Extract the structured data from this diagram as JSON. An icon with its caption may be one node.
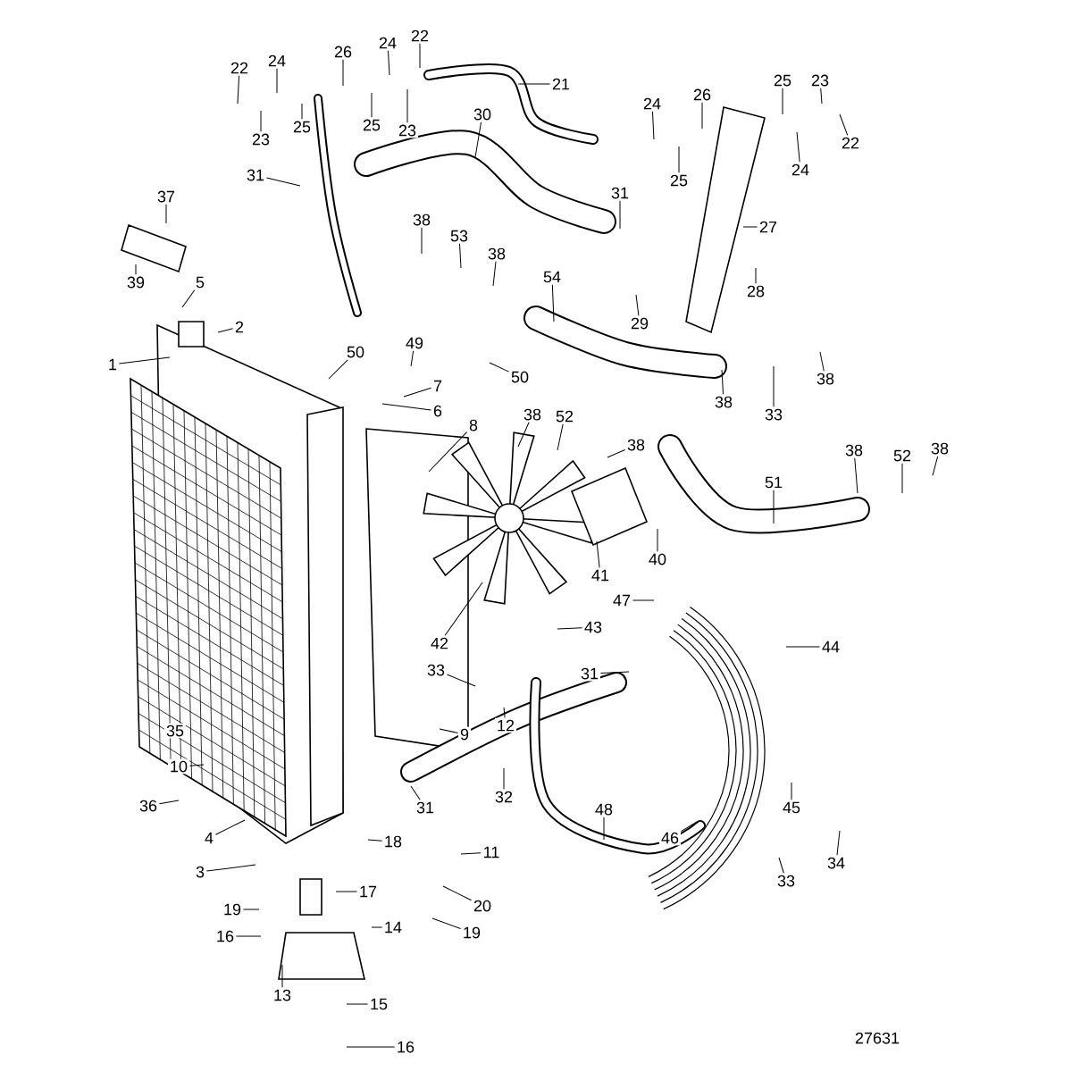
{
  "diagram": {
    "nodes": [
      {
        "text": [
          "22"
        ]
      },
      {
        "text": [
          "24"
        ]
      },
      {
        "text": [
          "26"
        ]
      },
      {
        "text": [
          "24"
        ]
      },
      {
        "text": [
          "22"
        ]
      },
      {
        "text": [
          "21"
        ]
      },
      {
        "text": [
          "25"
        ]
      },
      {
        "text": [
          "23"
        ]
      },
      {
        "text": [
          "24"
        ]
      },
      {
        "text": [
          "26"
        ]
      },
      {
        "text": [
          "30"
        ]
      },
      {
        "text": [
          "23"
        ]
      },
      {
        "text": [
          "25"
        ]
      },
      {
        "text": [
          "25"
        ]
      },
      {
        "text": [
          "23"
        ]
      },
      {
        "text": [
          "22"
        ]
      },
      {
        "text": [
          "24"
        ]
      },
      {
        "text": [
          "31"
        ]
      },
      {
        "text": [
          "25"
        ]
      },
      {
        "text": [
          "31"
        ]
      },
      {
        "text": [
          "37"
        ]
      },
      {
        "text": [
          "38"
        ]
      },
      {
        "text": [
          "27"
        ]
      },
      {
        "text": [
          "53"
        ]
      },
      {
        "text": [
          "38"
        ]
      },
      {
        "text": [
          "54"
        ]
      },
      {
        "text": [
          "39"
        ]
      },
      {
        "text": [
          "5"
        ]
      },
      {
        "text": [
          "28"
        ]
      },
      {
        "text": [
          "29"
        ]
      },
      {
        "text": [
          "2"
        ]
      },
      {
        "text": [
          "49"
        ]
      },
      {
        "text": [
          "50"
        ]
      },
      {
        "text": [
          "1"
        ]
      },
      {
        "text": [
          "50"
        ]
      },
      {
        "text": [
          "7"
        ]
      },
      {
        "text": [
          "38"
        ]
      },
      {
        "text": [
          "33"
        ]
      },
      {
        "text": [
          "38"
        ]
      },
      {
        "text": [
          "6"
        ]
      },
      {
        "text": [
          "38"
        ]
      },
      {
        "text": [
          "52"
        ]
      },
      {
        "text": [
          "8"
        ]
      },
      {
        "text": [
          "38"
        ]
      },
      {
        "text": [
          "38"
        ]
      },
      {
        "text": [
          "52"
        ]
      },
      {
        "text": [
          "38"
        ]
      },
      {
        "text": [
          "51"
        ]
      },
      {
        "text": [
          "40"
        ]
      },
      {
        "text": [
          "41"
        ]
      },
      {
        "text": [
          "47"
        ]
      },
      {
        "text": [
          "43"
        ]
      },
      {
        "text": [
          "42"
        ]
      },
      {
        "text": [
          "44"
        ]
      },
      {
        "text": [
          "33"
        ]
      },
      {
        "text": [
          "31"
        ]
      },
      {
        "text": [
          "12"
        ]
      },
      {
        "text": [
          "35"
        ]
      },
      {
        "text": [
          "9"
        ]
      },
      {
        "text": [
          "10"
        ]
      },
      {
        "text": [
          "32"
        ]
      },
      {
        "text": [
          "36"
        ]
      },
      {
        "text": [
          "31"
        ]
      },
      {
        "text": [
          "4"
        ]
      },
      {
        "text": [
          "18"
        ]
      },
      {
        "text": [
          "3"
        ]
      },
      {
        "text": [
          "11"
        ]
      },
      {
        "text": [
          "20"
        ]
      },
      {
        "text": [
          "17"
        ]
      },
      {
        "text": [
          "19"
        ]
      },
      {
        "text": [
          "19"
        ]
      },
      {
        "text": [
          "14"
        ]
      },
      {
        "text": [
          "16"
        ]
      },
      {
        "text": [
          "13"
        ]
      },
      {
        "text": [
          "15"
        ]
      },
      {
        "text": [
          "16"
        ]
      },
      {
        "text": [
          "48"
        ]
      },
      {
        "text": [
          "45"
        ]
      },
      {
        "text": [
          "46"
        ]
      },
      {
        "text": [
          "34"
        ]
      },
      {
        "text": [
          "33"
        ]
      }
    ],
    "edges": [
      {
        "from": 0,
        "to": null,
        "arrow": "none"
      },
      {
        "from": 1,
        "to": null,
        "arrow": "none"
      },
      {
        "from": 2,
        "to": null,
        "arrow": "none"
      },
      {
        "from": 3,
        "to": null,
        "arrow": "none"
      },
      {
        "from": 4,
        "to": null,
        "arrow": "none"
      },
      {
        "from": 5,
        "to": null,
        "arrow": "none"
      },
      {
        "from": 6,
        "to": null,
        "arrow": "none"
      },
      {
        "from": 7,
        "to": null,
        "arrow": "none"
      },
      {
        "from": 8,
        "to": null,
        "arrow": "none"
      },
      {
        "from": 9,
        "to": null,
        "arrow": "none"
      },
      {
        "from": 10,
        "to": null,
        "arrow": "none"
      },
      {
        "from": 11,
        "to": null,
        "arrow": "none"
      },
      {
        "from": 12,
        "to": null,
        "arrow": "none"
      },
      {
        "from": 13,
        "to": null,
        "arrow": "none"
      },
      {
        "from": 14,
        "to": null,
        "arrow": "none"
      },
      {
        "from": 15,
        "to": null,
        "arrow": "none"
      },
      {
        "from": 16,
        "to": null,
        "arrow": "none"
      },
      {
        "from": 17,
        "to": null,
        "arrow": "none"
      },
      {
        "from": 18,
        "to": null,
        "arrow": "none"
      },
      {
        "from": 19,
        "to": null,
        "arrow": "none"
      },
      {
        "from": 20,
        "to": null,
        "arrow": "none"
      },
      {
        "from": 21,
        "to": null,
        "arrow": "none"
      },
      {
        "from": 22,
        "to": null,
        "arrow": "none"
      },
      {
        "from": 23,
        "to": null,
        "arrow": "none"
      },
      {
        "from": 24,
        "to": null,
        "arrow": "none"
      },
      {
        "from": 25,
        "to": null,
        "arrow": "none"
      },
      {
        "from": 26,
        "to": null,
        "arrow": "none"
      },
      {
        "from": 27,
        "to": null,
        "arrow": "none"
      },
      {
        "from": 28,
        "to": null,
        "arrow": "none"
      },
      {
        "from": 29,
        "to": null,
        "arrow": "none"
      },
      {
        "from": 30,
        "to": null,
        "arrow": "none"
      },
      {
        "from": 31,
        "to": null,
        "arrow": "none"
      },
      {
        "from": 32,
        "to": null,
        "arrow": "none"
      },
      {
        "from": 33,
        "to": null,
        "arrow": "none"
      },
      {
        "from": 34,
        "to": null,
        "arrow": "none"
      },
      {
        "from": 35,
        "to": null,
        "arrow": "none"
      },
      {
        "from": 36,
        "to": null,
        "arrow": "none"
      },
      {
        "from": 37,
        "to": null,
        "arrow": "none"
      },
      {
        "from": 38,
        "to": null,
        "arrow": "none"
      },
      {
        "from": 39,
        "to": null,
        "arrow": "none"
      },
      {
        "from": 40,
        "to": null,
        "arrow": "none"
      },
      {
        "from": 41,
        "to": null,
        "arrow": "none"
      },
      {
        "from": 42,
        "to": null,
        "arrow": "none"
      },
      {
        "from": 43,
        "to": null,
        "arrow": "none"
      },
      {
        "from": 44,
        "to": null,
        "arrow": "none"
      },
      {
        "from": 45,
        "to": null,
        "arrow": "none"
      },
      {
        "from": 46,
        "to": null,
        "arrow": "none"
      },
      {
        "from": 47,
        "to": null,
        "arrow": "none"
      },
      {
        "from": 48,
        "to": null,
        "arrow": "none"
      },
      {
        "from": 49,
        "to": null,
        "arrow": "none"
      },
      {
        "from": 50,
        "to": null,
        "arrow": "none"
      },
      {
        "from": 51,
        "to": null,
        "arrow": "none"
      },
      {
        "from": 52,
        "to": null,
        "arrow": "none"
      },
      {
        "from": 53,
        "to": null,
        "arrow": "none"
      },
      {
        "from": 54,
        "to": null,
        "arrow": "none"
      },
      {
        "from": 55,
        "to": null,
        "arrow": "none"
      },
      {
        "from": 56,
        "to": null,
        "arrow": "none"
      },
      {
        "from": 58,
        "to": null,
        "arrow": "none"
      },
      {
        "from": 59,
        "to": null,
        "arrow": "none"
      },
      {
        "from": 60,
        "to": null,
        "arrow": "none"
      },
      {
        "from": 61,
        "to": null,
        "arrow": "none"
      },
      {
        "from": 62,
        "to": null,
        "arrow": "none"
      },
      {
        "from": 63,
        "to": null,
        "arrow": "none"
      },
      {
        "from": 64,
        "to": null,
        "arrow": "none"
      },
      {
        "from": 65,
        "to": null,
        "arrow": "none"
      },
      {
        "from": 66,
        "to": null,
        "arrow": "none"
      },
      {
        "from": 67,
        "to": null,
        "arrow": "none"
      },
      {
        "from": 68,
        "to": null,
        "arrow": "none"
      },
      {
        "from": 69,
        "to": null,
        "arrow": "none"
      },
      {
        "from": 70,
        "to": null,
        "arrow": "none"
      },
      {
        "from": 71,
        "to": null,
        "arrow": "none"
      },
      {
        "from": 72,
        "to": null,
        "arrow": "none"
      },
      {
        "from": 73,
        "to": null,
        "arrow": "none"
      },
      {
        "from": 74,
        "to": null,
        "arrow": "none"
      },
      {
        "from": 75,
        "to": null,
        "arrow": "none"
      },
      {
        "from": 76,
        "to": null,
        "arrow": "none"
      },
      {
        "from": 77,
        "to": null,
        "arrow": "none"
      },
      {
        "from": 78,
        "to": null,
        "arrow": "none"
      },
      {
        "from": 79,
        "to": null,
        "arrow": "none"
      },
      {
        "from": 80,
        "to": null,
        "arrow": "none"
      }
    ],
    "labels": [
      "27631"
    ]
  }
}
